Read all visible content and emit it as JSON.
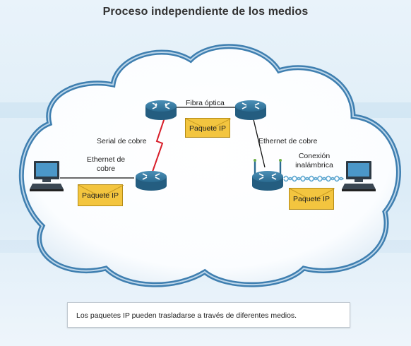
{
  "title": "Proceso independiente de los medios",
  "labels": {
    "fiber": "Fibra óptica",
    "serial": "Serial de cobre",
    "ethernet_left_1": "Ethernet de",
    "ethernet_left_2": "cobre",
    "ethernet_right": "Ethernet de cobre",
    "wireless_1": "Conexión",
    "wireless_2": "inalámbrica"
  },
  "packet_label": "Paquete IP",
  "caption": "Los paquetes IP pueden trasladarse a través de diferentes medios.",
  "colors": {
    "cloud_fill": "#ffffff",
    "cloud_border": "#3f7fb0",
    "router": "#2f6f94",
    "packet_fill": "#f3c53f",
    "serial_link": "#d81e2a",
    "wireless_link": "#5aa5cf"
  },
  "icons": [
    "router-icon",
    "computer-icon",
    "wireless-router-icon",
    "envelope-icon"
  ]
}
